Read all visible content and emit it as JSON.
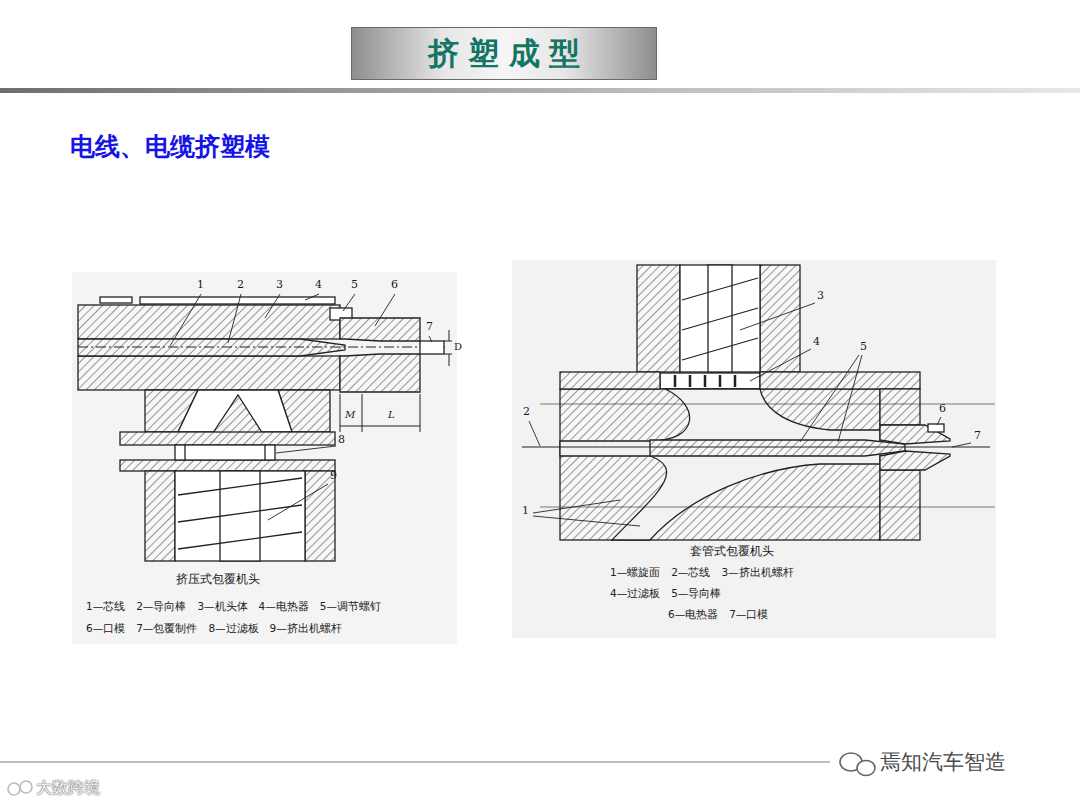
{
  "diagram": {
    "title": "挤塑成型",
    "labels": [
      "电线、电缆挤塑模",
      "1",
      "2",
      "3",
      "4",
      "5",
      "6",
      "7",
      "D",
      "M",
      "L",
      "8",
      "9",
      "挤压式包覆机头",
      "1—芯线",
      "2—导向棒",
      "3—机头体",
      "4—电热器",
      "5—调节螺钉",
      "6—口模",
      "7—包覆制件",
      "8—过滤板",
      "9—挤出机螺杆",
      "3",
      "4",
      "5",
      "6",
      "7",
      "2",
      "1",
      "套管式包覆机头",
      "1—螺旋面",
      "2—芯线",
      "3—挤出机螺杆",
      "4—过滤板",
      "5—导向棒",
      "6—电热器",
      "7—口模",
      "焉知汽车智造",
      "大数跨境"
    ]
  }
}
